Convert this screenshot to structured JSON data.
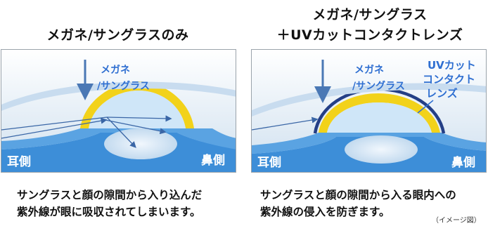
{
  "left": {
    "title": "メガネ/サングラスのみ",
    "lens_label_1": "メガネ",
    "lens_label_2": "/サングラス",
    "ear_side": "耳側",
    "nose_side": "鼻側",
    "caption_line_1": "サングラスと顔の隙間から入り込んだ",
    "caption_line_2": "紫外線が眼に吸収されてしまいます。"
  },
  "right": {
    "title_line_1": "メガネ/サングラス",
    "title_line_2": "＋UVカットコンタクトレンズ",
    "lens_label_1": "メガネ",
    "lens_label_2": "/サングラス",
    "contact_label_1": "UVカット",
    "contact_label_2": "コンタクト",
    "contact_label_3": "レンズ",
    "ear_side": "耳側",
    "nose_side": "鼻側",
    "caption_line_1": "サングラスと顔の隙間から入る眼内への",
    "caption_line_2": "紫外線の侵入を防ぎます。"
  },
  "note": "（イメージ図）",
  "colors": {
    "label_blue": "#2f6fd1",
    "arrow_blue": "#4a78b5",
    "eye_blue": "#3d8ed8",
    "cornea_yellow": "#f2d21a",
    "contact_navy": "#243f86",
    "lens_blue": "#a9cbe8",
    "panel_bg_top": "#ffffff",
    "panel_bg_bottom": "#cfe0ef"
  }
}
